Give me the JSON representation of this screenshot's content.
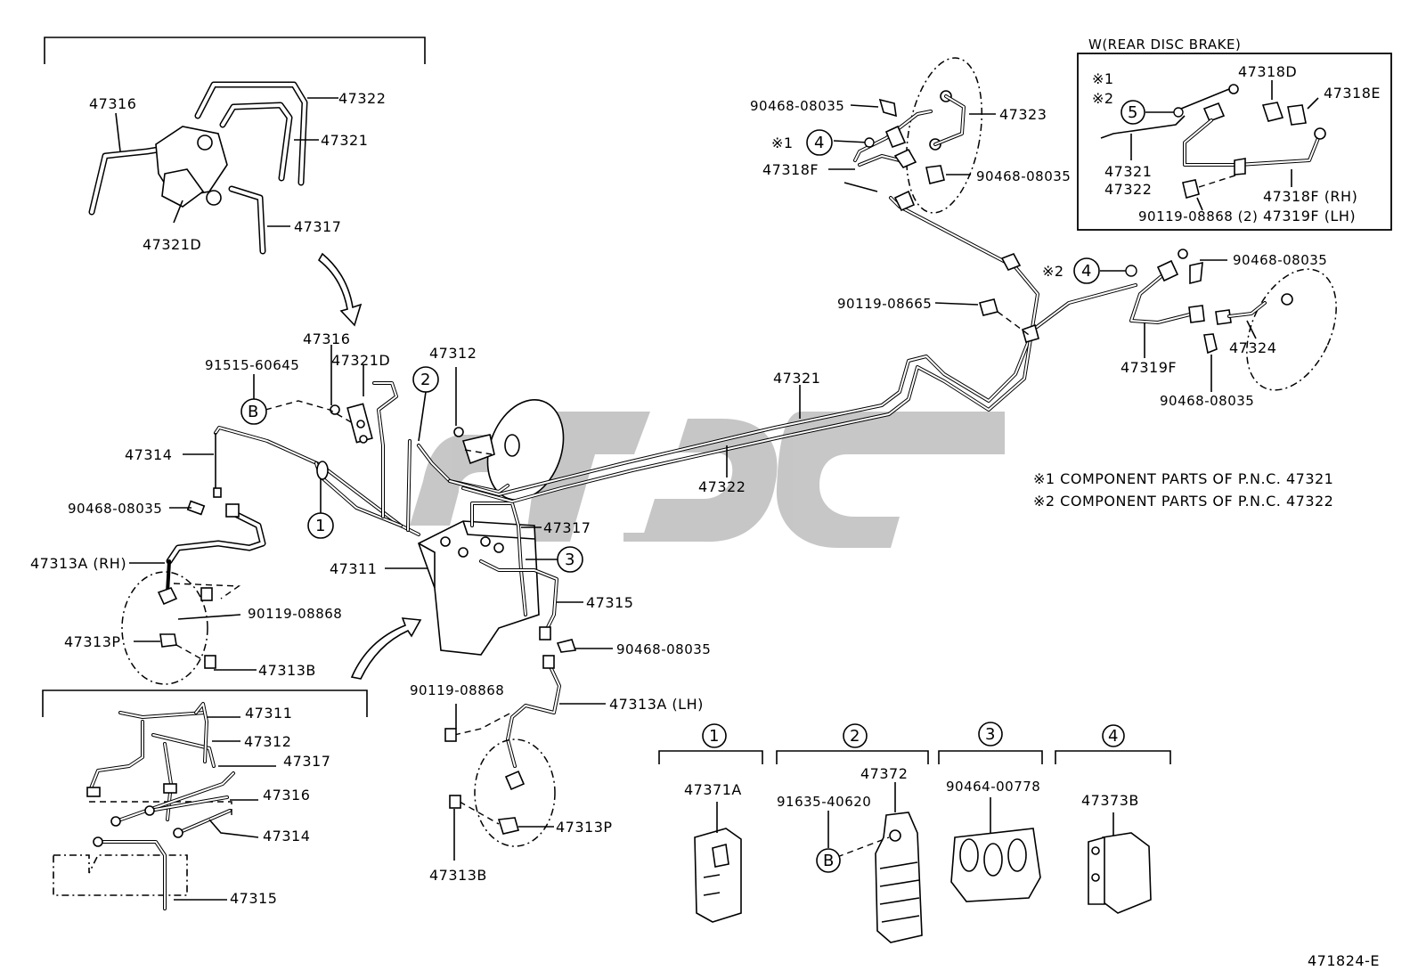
{
  "inset_rear_disc": {
    "title": "W(REAR DISC BRAKE)",
    "note1": "※1",
    "note2": "※2",
    "circle5": "5",
    "p47318d": "47318D",
    "p47318e": "47318E",
    "p47321": "47321",
    "p47322": "47322",
    "p47318f_rh": "47318F (RH)",
    "p90119_2": "90119-08868 (2)",
    "p47319f_lh": "47319F (LH)"
  },
  "top_left_inset": {
    "p47316": "47316",
    "p47322": "47322",
    "p47321": "47321",
    "p47317": "47317",
    "p47321d": "47321D"
  },
  "main": {
    "p47316": "47316",
    "p91515": "91515-60645",
    "p47321d": "47321D",
    "p47312": "47312",
    "circleB": "B",
    "circle1": "1",
    "circle2": "2",
    "circle3": "3",
    "p47314": "47314",
    "p90468_a": "90468-08035",
    "p47313a_rh": "47313A (RH)",
    "p90119_a": "90119-08868",
    "p47313p": "47313P",
    "p47313b": "47313B",
    "p47311": "47311",
    "p47317": "47317",
    "p47315": "47315",
    "p90468_b": "90468-08035",
    "p47321": "47321",
    "p47322": "47322",
    "p90119_b": "90119-08868",
    "p47313a_lh": "47313A (LH)",
    "p47313p2": "47313P",
    "p47313b2": "47313B"
  },
  "rear_right": {
    "p90468_c": "90468-08035",
    "p47323": "47323",
    "note1": "※1",
    "circle4": "4",
    "p47318f": "47318F",
    "p90468_d": "90468-08035",
    "note2": "※2",
    "circle4b": "4",
    "p90468_e": "90468-08035",
    "p90119_c": "90119-08665",
    "p47319f": "47319F",
    "p47324": "47324",
    "p90468_f": "90468-08035"
  },
  "legend": {
    "line1": "※1 COMPONENT PARTS OF P.N.C. 47321",
    "line2": "※2 COMPONENT PARTS OF P.N.C. 47322"
  },
  "bottom_left_inset": {
    "p47311": "47311",
    "p47312": "47312",
    "p47317": "47317",
    "p47316": "47316",
    "p47314": "47314",
    "p47315": "47315"
  },
  "clamps": {
    "c1": "1",
    "c2": "2",
    "c3": "3",
    "c4": "4",
    "p47371a": "47371A",
    "p47372": "47372",
    "p91635": "91635-40620",
    "circleB": "B",
    "p90464": "90464-00778",
    "p47373b": "47373B"
  },
  "footer_code": "471824-E"
}
